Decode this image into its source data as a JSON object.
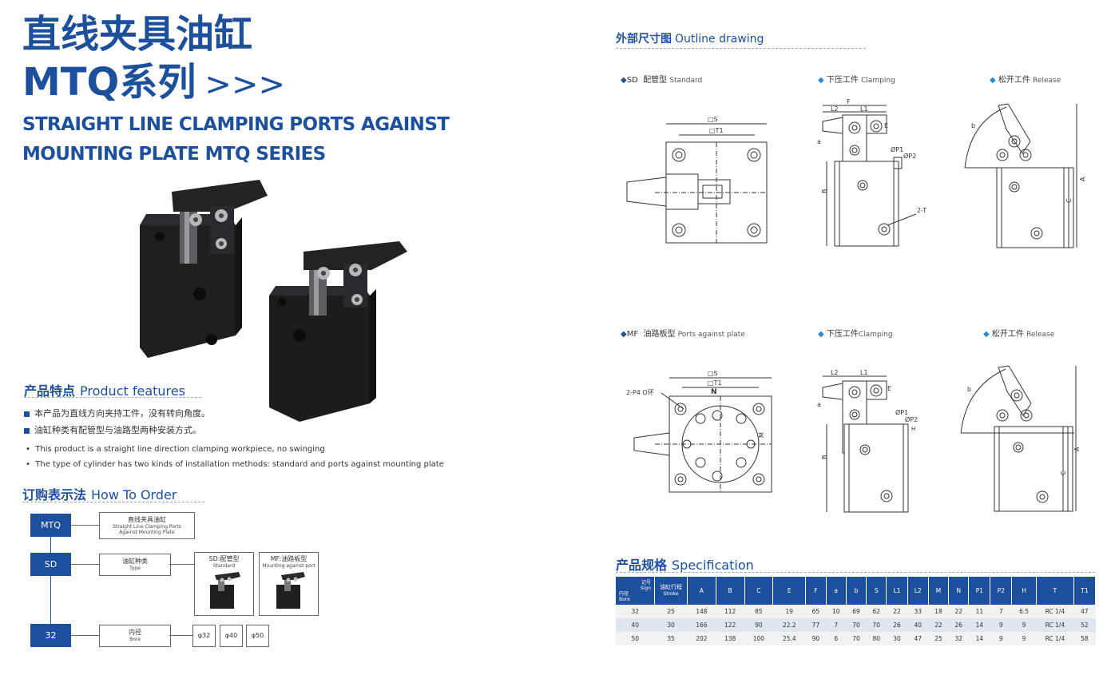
{
  "title": {
    "cn_line1": "直线夹具油缸",
    "cn_line2": "MTQ系列",
    "chevrons": ">>>",
    "en_line1": "STRAIGHT LINE CLAMPING PORTS AGAINST",
    "en_line2": "MOUNTING PLATE MTQ SERIES"
  },
  "features": {
    "title_cn": "产品特点",
    "title_en": "Product features",
    "items_cn": [
      "本产品为直线方向夹持工件，没有转向角度。",
      "油缸种类有配管型与油路型两种安装方式。"
    ],
    "items_en": [
      "This product is a straight line direction clamping workpiece, no swinging",
      "The type of cylinder has two kinds of installation methods: standard and ports against mounting plate"
    ]
  },
  "order": {
    "title_cn": "订购表示法",
    "title_en": "How To Order",
    "codes": [
      "MTQ",
      "SD",
      "32"
    ],
    "desc1_cn": "直线夹具油缸",
    "desc1_en": "Straight Line Clamping Ports Against Mounting Plate",
    "desc2_cn": "油缸种类",
    "desc2_en": "Type",
    "desc3_cn": "内径",
    "desc3_en": "Bore",
    "opt1_cn": "SD:配管型",
    "opt1_en": "Standard",
    "opt2_cn": "MF:油路板型",
    "opt2_en": "Mounting against port",
    "bores": [
      "φ32",
      "φ40",
      "φ50"
    ]
  },
  "outline": {
    "title_cn": "外部尺寸图",
    "title_en": "Outline drawing",
    "sd_label": "SD",
    "sd_cn": "配管型",
    "sd_en": "Standard",
    "mf_label": "MF",
    "mf_cn": "油路板型",
    "mf_en": "Ports against plate",
    "clamp_cn": "下压工件",
    "clamp_en": "Clamping",
    "release_cn": "松开工件",
    "release_en": "Release"
  },
  "spec": {
    "title_cn": "产品规格",
    "title_en": "Specification",
    "corner_sign_cn": "记号",
    "corner_sign_en": "Sign",
    "corner_bore_cn": "内径",
    "corner_bore_en": "Bore",
    "stroke_cn": "油缸行程",
    "stroke_en": "Stroke",
    "headers": [
      "A",
      "B",
      "C",
      "E",
      "F",
      "a",
      "b",
      "S",
      "L1",
      "L2",
      "M",
      "N",
      "P1",
      "P2",
      "H",
      "T",
      "T1"
    ],
    "rows": [
      [
        "32",
        "25",
        "148",
        "112",
        "85",
        "19",
        "65",
        "10",
        "69",
        "62",
        "22",
        "33",
        "18",
        "22",
        "11",
        "7",
        "6.5",
        "RC 1/4",
        "47"
      ],
      [
        "40",
        "30",
        "166",
        "122",
        "90",
        "22.2",
        "77",
        "7",
        "70",
        "70",
        "26",
        "40",
        "22",
        "26",
        "14",
        "9",
        "9",
        "RC 1/4",
        "52"
      ],
      [
        "50",
        "35",
        "202",
        "138",
        "100",
        "25.4",
        "90",
        "6",
        "70",
        "80",
        "30",
        "47",
        "25",
        "32",
        "14",
        "9",
        "9",
        "RC 1/4",
        "58"
      ]
    ]
  },
  "colors": {
    "brand_blue": "#1c4f9c",
    "accent_diamond": "#2a8ad6"
  }
}
